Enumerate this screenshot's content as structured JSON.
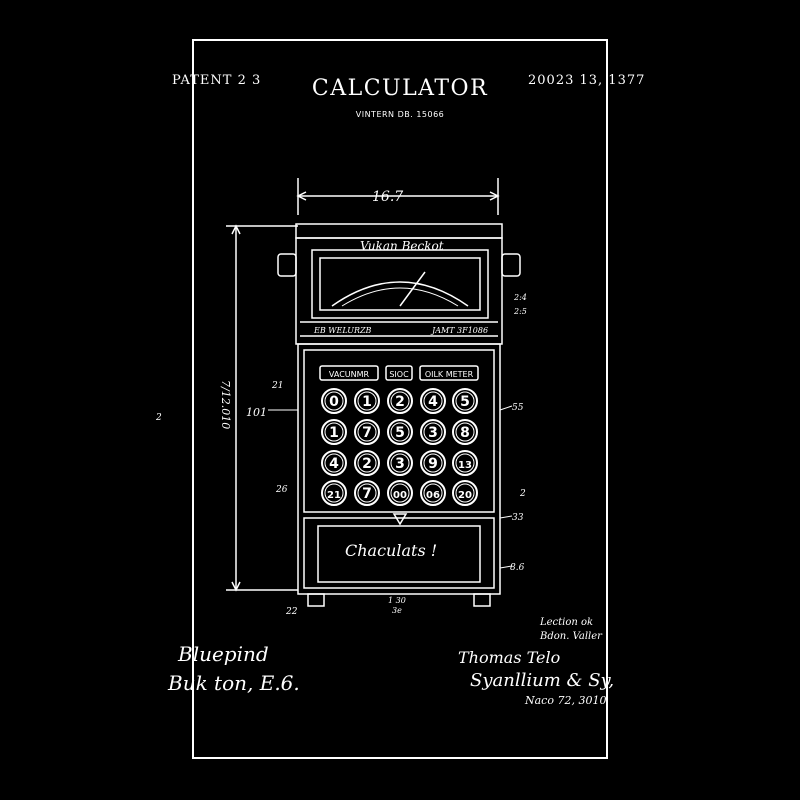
{
  "header": {
    "patent_label": "PATENT 2 3",
    "title": "CALCULATOR",
    "subtitle": "VINTERN DB. 15066",
    "date": "20023 13, 1377"
  },
  "drawing": {
    "width_dimension": "16.7",
    "height_dimension": "7/12.010",
    "display_brand": "Vukan Beckot",
    "display_strip_left": "EB WELURZB",
    "display_strip_right": "JAMT 3F1086",
    "function_buttons": [
      "VACUNMR",
      "SIOC",
      "OILK METER"
    ],
    "key_rows": [
      [
        "0",
        "1",
        "2",
        "4",
        "5"
      ],
      [
        "1",
        "7",
        "5",
        "3",
        "8"
      ],
      [
        "4",
        "2",
        "3",
        "9",
        "13"
      ],
      [
        "21",
        "7",
        "00",
        "06",
        "20"
      ]
    ],
    "panel_script": "Chaculats !",
    "reference_numerals": {
      "r101": "101",
      "r21": "21",
      "r2a": "2",
      "r26": "26",
      "r55": "55",
      "r2_4": "2:4",
      "r2_5": "2:5",
      "r33": "33",
      "r8_6": "8.6",
      "r22": "22",
      "r1_30": "1 30",
      "r3e": "3e",
      "r2b": "2"
    },
    "icons": [
      "thumb-screw-icon",
      "display-dial-icon",
      "pen-nib-icon",
      "foot-icon"
    ]
  },
  "signatures": {
    "left_line1": "Bluepind",
    "left_line2": "Buk ton, E.6.",
    "right_line1": "Lection ok",
    "right_line2": "Bdon. Valler",
    "right_line3": "Thomas  Telo",
    "right_line4": "Syanllium & Sy,",
    "right_line5": "Naco 72, 3010"
  }
}
